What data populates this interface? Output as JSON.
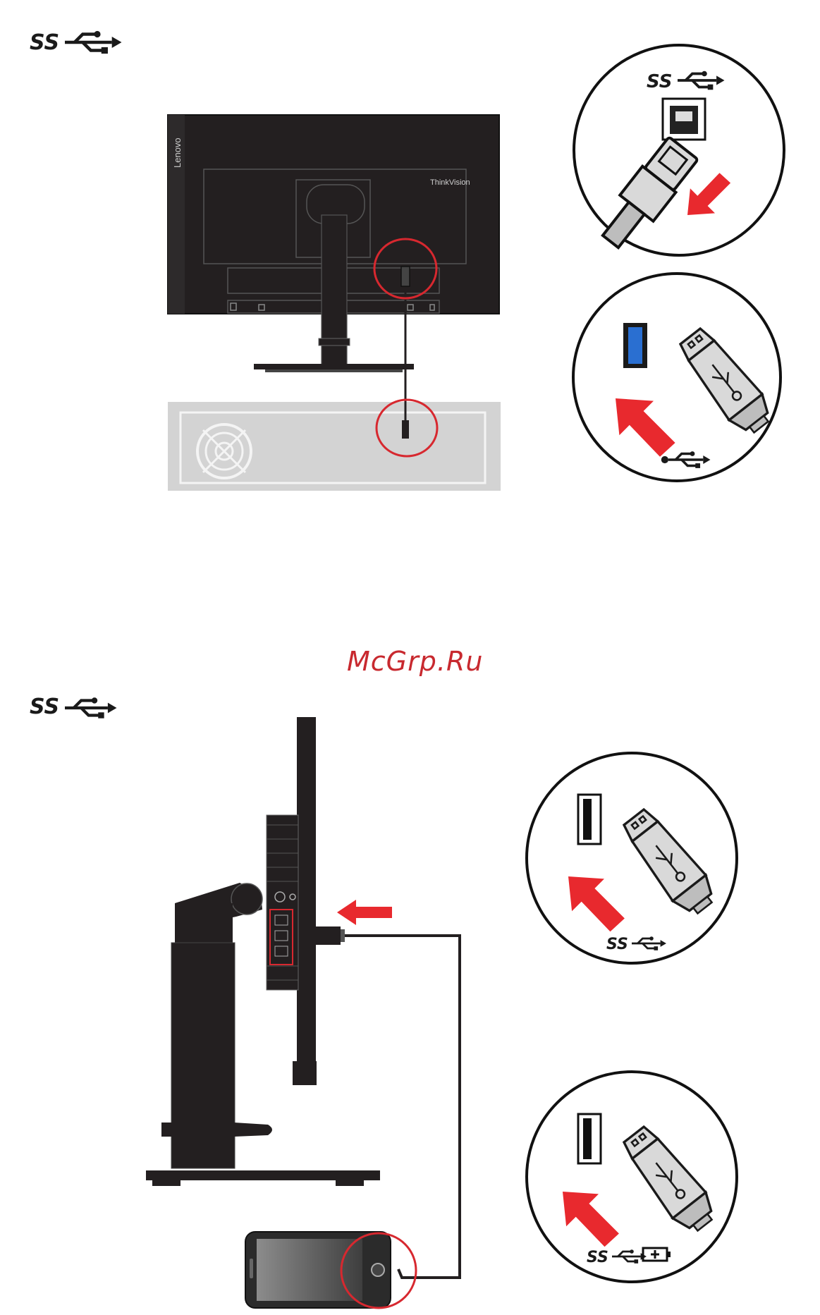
{
  "brand": {
    "lenovo": "Lenovo",
    "thinkvision": "ThinkVision"
  },
  "symbols": {
    "ss": "SS"
  },
  "watermark": "McGrp.Ru",
  "colors": {
    "monitor": "#231f20",
    "pc_case": "#d3d3d3",
    "highlight_circle": "#d7282f",
    "arrow": "#e8292e",
    "usb3_port": "#2a6fd1"
  },
  "icons": {
    "superspeed_usb": "usb-superspeed-icon",
    "usb": "usb-icon",
    "battery_charge": "battery-charge-icon"
  }
}
